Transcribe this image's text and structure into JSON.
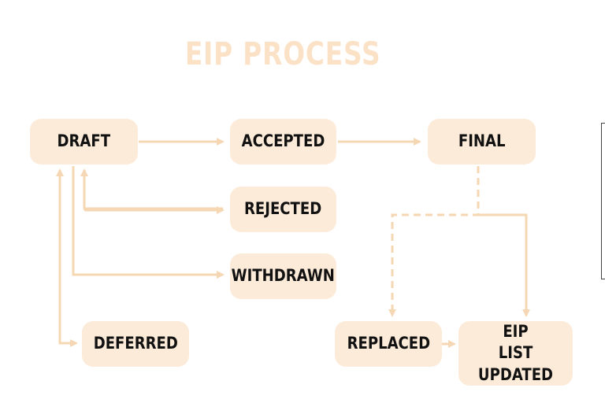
{
  "title": "EIP PROCESS",
  "colors": {
    "title": "#fbe1c6",
    "node_bg": "#fdebd9",
    "node_text": "#111111",
    "arrow": "#f6d7b3"
  },
  "nodes": {
    "draft": "DRAFT",
    "accepted": "ACCEPTED",
    "final": "FINAL",
    "rejected": "REJECTED",
    "withdrawn": "WITHDRAWN",
    "deferred": "DEFERRED",
    "replaced": "REPLACED",
    "eip_list_updated": "EIP\nLIST UPDATED"
  }
}
